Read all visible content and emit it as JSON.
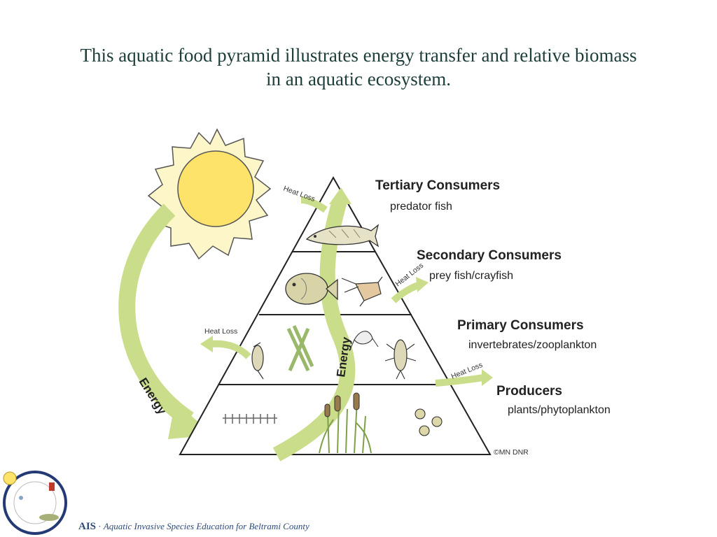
{
  "title": {
    "line1": "This aquatic food pyramid illustrates energy transfer and relative biomass",
    "line2": "in an aquatic ecosystem."
  },
  "levels": {
    "tertiary": {
      "title": "Tertiary Consumers",
      "subtitle": "predator fish"
    },
    "secondary": {
      "title": "Secondary Consumers",
      "subtitle": "prey fish/crayfish"
    },
    "primary": {
      "title": "Primary Consumers",
      "subtitle": "invertebrates/zooplankton"
    },
    "producers": {
      "title": "Producers",
      "subtitle": "plants/phytoplankton"
    }
  },
  "labels": {
    "heat_loss": "Heat Loss",
    "energy": "Energy",
    "copyright": "©MN DNR"
  },
  "footer": {
    "ais": "AIS",
    "separator": " · ",
    "text": "Aquatic Invasive Species Education for Beltrami County"
  },
  "colors": {
    "arrow": "#c9dd8a",
    "sun_core": "#fde36a",
    "sun_ray": "#fdf6c8",
    "title": "#1c3d3a",
    "footer": "#2d4a7a"
  }
}
